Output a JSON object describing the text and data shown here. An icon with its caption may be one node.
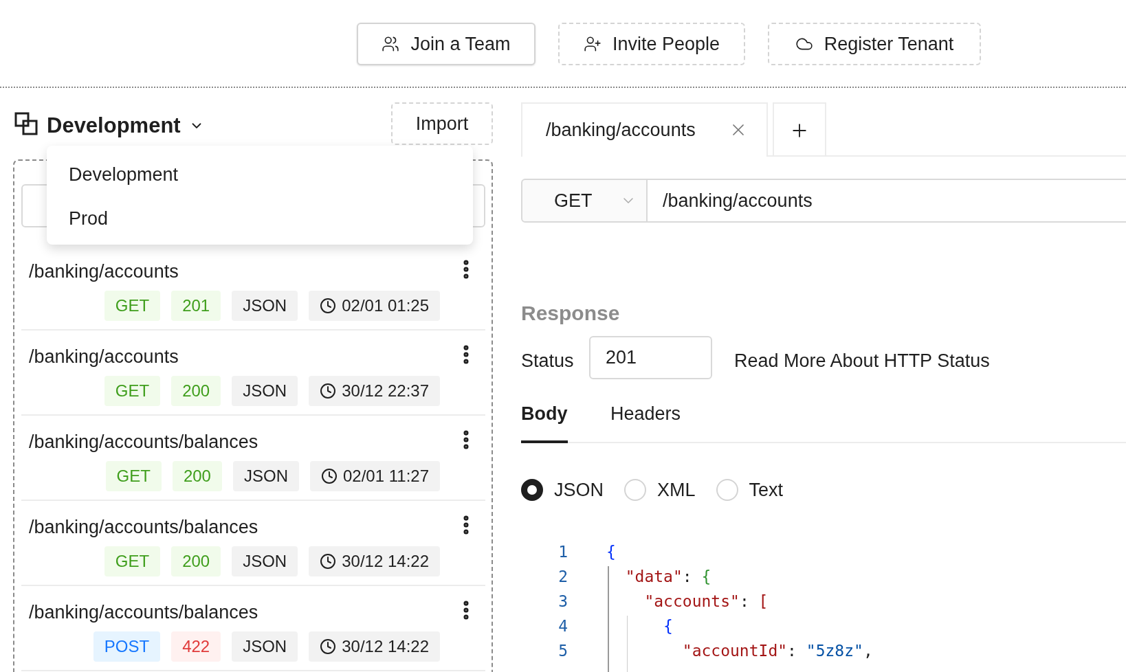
{
  "diagram": {
    "nodes": [
      {
        "text": [
          "/banking/accounts",
          "GET",
          "201",
          "JSON",
          "02/01 01:25"
        ]
      },
      {
        "text": [
          "/banking/accounts",
          "GET",
          "200",
          "JSON",
          "30/12 22:37"
        ]
      },
      {
        "text": [
          "/banking/accounts/balances",
          "GET",
          "200",
          "JSON",
          "02/01 11:27"
        ]
      },
      {
        "text": [
          "/banking/accounts/balances",
          "GET",
          "200",
          "JSON",
          "30/12 14:22"
        ]
      },
      {
        "text": [
          "/banking/accounts/balances",
          "POST",
          "422",
          "JSON",
          "30/12 14:22"
        ]
      }
    ],
    "labels": [
      "Join a Team",
      "Invite People",
      "Register Tenant",
      "Development",
      "Import",
      "/banking/accounts",
      "Development",
      "Prod",
      "GET",
      "/banking/accounts",
      "Response",
      "Status",
      "201",
      "Read More About HTTP Status",
      "Body",
      "Headers",
      "JSON",
      "XML",
      "Text",
      "1",
      "2",
      "3",
      "4",
      "5",
      "{",
      "  \"data\": {",
      "    \"accounts\": [",
      "      {",
      "        \"accountId\": \"5z8z\","
    ]
  }
}
